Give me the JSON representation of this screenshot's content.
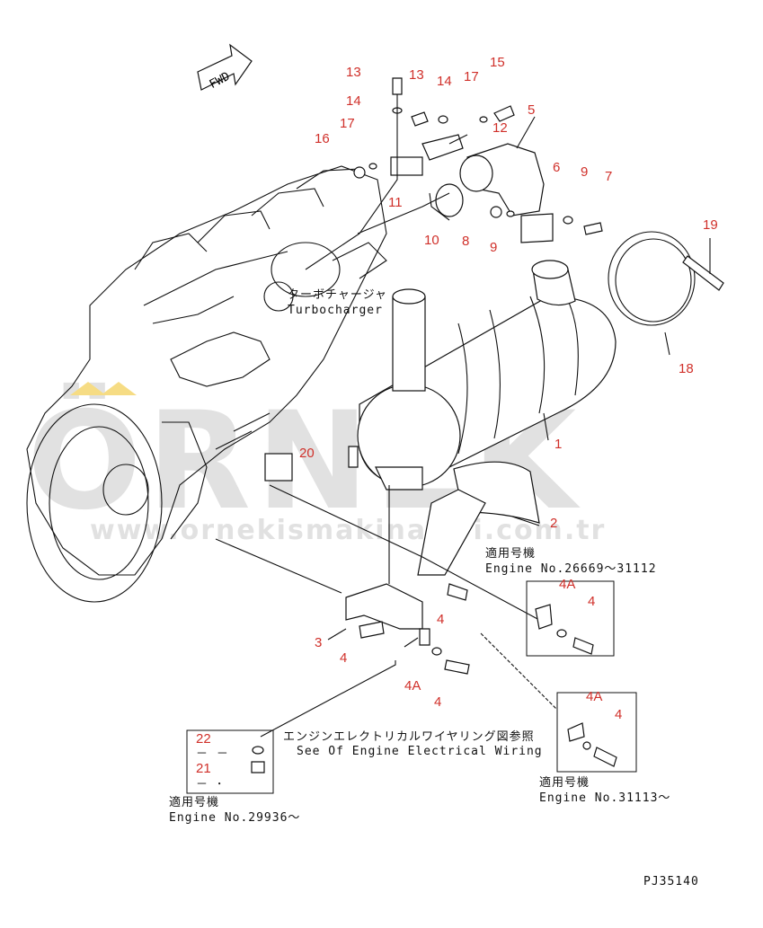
{
  "fwd_label": "FWD",
  "turbo_jp": "ターボチャージャ",
  "turbo_en": "Turbocharger",
  "wiring_jp": "エンジンエレクトリカルワイヤリング図参照",
  "wiring_en": "See Of Engine Electrical Wiring",
  "box1": {
    "jp": "適用号機",
    "en": "Engine No.26669～31112",
    "items": [
      "4A",
      "4"
    ]
  },
  "box2": {
    "jp": "適用号機",
    "en": "Engine No.31113～",
    "items": [
      "4A",
      "4"
    ]
  },
  "box3": {
    "jp": "適用号機",
    "en": "Engine No.29936～",
    "items": [
      "22",
      "21"
    ],
    "dash1": "－ －",
    "dash2": "－ ･"
  },
  "code": "PJ35140",
  "watermark": {
    "main": "ÖRNEK",
    "url": "www.ornekismakinalari.com.tr"
  },
  "callouts": {
    "c13a": "13",
    "c13b": "13",
    "c14a": "14",
    "c14b": "14",
    "c17a": "17",
    "c17b": "17",
    "c15": "15",
    "c12": "12",
    "c5": "5",
    "c16": "16",
    "c11": "11",
    "c6": "6",
    "c9a": "9",
    "c7": "7",
    "c10": "10",
    "c8": "8",
    "c9b": "9",
    "c19": "19",
    "c18": "18",
    "c1": "1",
    "c20": "20",
    "c2": "2",
    "c3": "3",
    "c4a": "4",
    "c4b": "4",
    "c4c": "4",
    "c4A": "4A"
  },
  "colors": {
    "callout": "#d0302a",
    "line": "#111111",
    "watermark": "#c9c9c9",
    "accent": "#f0c020"
  }
}
